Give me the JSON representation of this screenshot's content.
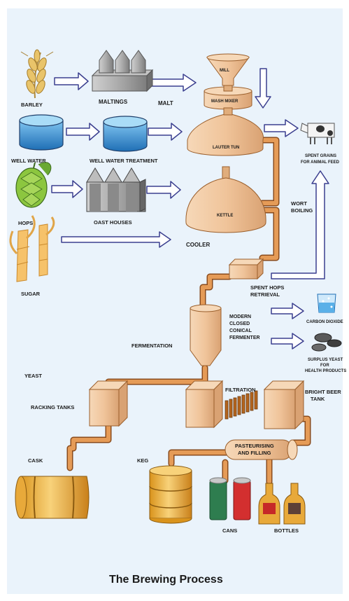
{
  "title": "The Brewing Process",
  "ingredients": {
    "barley": "BARLEY",
    "well_water": "WELL WATER",
    "hops": "HOPS",
    "sugar": "SUGAR",
    "yeast": "YEAST"
  },
  "stages": {
    "maltings": "MALTINGS",
    "malt": "MALT",
    "well_water_treatment": "WELL WATER TREATMENT",
    "oast_houses": "OAST HOUSES",
    "mill": "MILL",
    "mash_mixer": "MASH MIXER",
    "lauter_tun": "LAUTER TUN",
    "kettle": "KETTLE",
    "wort_boiling": [
      "WORT",
      "BOILING"
    ],
    "cooler": "COOLER",
    "spent_hops_retrieval": [
      "SPENT HOPS",
      "RETRIEVAL"
    ],
    "modern_fermenter": [
      "MODERN",
      "CLOSED",
      "CONICAL",
      "FERMENTER"
    ],
    "fermentation": "FERMENTATION",
    "racking_tanks": "RACKING TANKS",
    "filtration": "FILTRATION",
    "bright_beer_tank": [
      "BRIGHT BEER",
      "TANK"
    ],
    "pasteurising_filling": [
      "PASTEURISING",
      "AND FILLING"
    ]
  },
  "byproducts": {
    "spent_grains": [
      "SPENT GRAINS",
      "FOR ANIMAL FEED"
    ],
    "carbon_dioxide": "CARBON DIOXIDE",
    "surplus_yeast": [
      "SURPLUS YEAST",
      "FOR",
      "HEALTH PRODUCTS"
    ]
  },
  "products": {
    "cask": "CASK",
    "keg": "KEG",
    "cans": "CANS",
    "bottles": "BOTTLES"
  },
  "colors": {
    "background": "#eaf3fb",
    "pipe": "#d98c45",
    "vessel": "#f2c9a0",
    "arrow_fill": "#ffffff",
    "arrow_stroke": "#3b3f8f",
    "can_green": "#2e7d4f",
    "can_red": "#d32f2f"
  }
}
